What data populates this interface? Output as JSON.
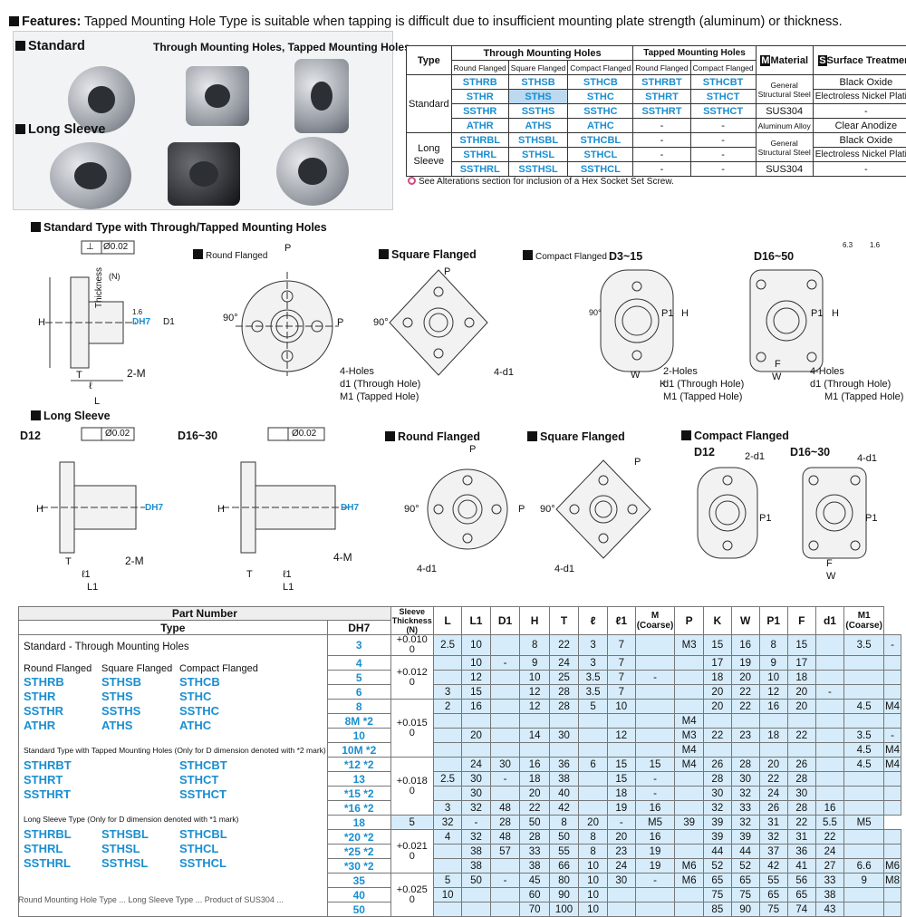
{
  "header": {
    "label": "Features:",
    "text": " Tapped Mounting Hole Type is suitable when tapping is difficult due to insufficient mounting plate strength (aluminum) or thickness."
  },
  "photo": {
    "standard": "Standard",
    "through_tapped": "Through Mounting Holes, Tapped Mounting Holes",
    "long_sleeve": "Long Sleeve"
  },
  "type_table": {
    "h_type": "Type",
    "h_through": "Through Mounting Holes",
    "h_tapped": "Tapped Mounting Holes",
    "h_material_icon": "M",
    "h_material": "Material",
    "h_surface_icon": "S",
    "h_surface": "Surface Treatment",
    "sub": [
      "Round Flanged",
      "Square Flanged",
      "Compact Flanged",
      "Round Flanged",
      "Compact Flanged"
    ],
    "g_standard": "Standard",
    "g_long": "Long Sleeve",
    "r1": [
      "STHRB",
      "STHSB",
      "STHCB",
      "STHRBT",
      "STHCBT",
      "General Structural Steel",
      "Black Oxide"
    ],
    "r2": [
      "STHR",
      "STHS",
      "STHC",
      "STHRT",
      "STHCT",
      "Electroless Nickel Plating"
    ],
    "r3": [
      "SSTHR",
      "SSTHS",
      "SSTHC",
      "SSTHRT",
      "SSTHCT",
      "SUS304",
      "-"
    ],
    "r4": [
      "ATHR",
      "ATHS",
      "ATHC",
      "-",
      "-",
      "Aluminum Alloy",
      "Clear Anodize"
    ],
    "r5": [
      "STHRBL",
      "STHSBL",
      "STHCBL",
      "-",
      "-",
      "General Structural Steel",
      "Black Oxide"
    ],
    "r6": [
      "STHRL",
      "STHSL",
      "STHCL",
      "-",
      "-",
      "Electroless Nickel Plating"
    ],
    "r7": [
      "SSTHRL",
      "SSTHSL",
      "SSTHCL",
      "-",
      "-",
      "SUS304",
      "-"
    ]
  },
  "note": "See Alterations section for inclusion of a Hex Socket Set Screw.",
  "drawings": {
    "std_title": "Standard Type with Through/Tapped Mounting Holes",
    "perp": "⊥",
    "flat": "Ø0.02",
    "thickness": "Thickness",
    "n": "(N)",
    "h": "H",
    "t": "T",
    "l": "ℓ",
    "L": "L",
    "l1": "ℓ1",
    "L1": "L1",
    "m2": "2-M",
    "m4": "4-M",
    "dh7": "DH7",
    "d1": "D1",
    "rough": "1.6",
    "rough2": "6.3",
    "rough3": "1.6",
    "round": "Round Flanged",
    "square": "Square Flanged",
    "compact": "Compact Flanged",
    "d3_15": "D3~15",
    "d16_50": "D16~50",
    "p": "P",
    "deg": "90°",
    "holes4": "4-Holes",
    "holes2": "2-Holes",
    "thru": "d1 (Through Hole)",
    "tap": "M1 (Tapped Hole)",
    "four_d1": "4-d1",
    "two_d1": "2-d1",
    "k": "K",
    "w": "W",
    "p1": "P1",
    "f": "F",
    "long_title": "Long Sleeve",
    "d12": "D12",
    "d16_30": "D16~30"
  },
  "main_table": {
    "h_part": "Part Number",
    "h_type": "Type",
    "h_dh7": "DH7",
    "h_sleeve": "Sleeve Thickness (N)",
    "h_cols": [
      "L",
      "L1",
      "D1",
      "H",
      "T",
      "ℓ",
      "ℓ1",
      "M (Coarse)",
      "P",
      "K",
      "W",
      "P1",
      "F",
      "d1",
      "M1 (Coarse)"
    ],
    "std_through": "Standard - Through Mounting Holes",
    "tt_round": "Round Flanged",
    "tt_square": "Square Flanged",
    "tt_compact": "Compact Flanged",
    "codes_a": [
      "STHRB",
      "STHR",
      "SSTHR",
      "ATHR"
    ],
    "codes_b": [
      "STHSB",
      "STHS",
      "SSTHS",
      "ATHS"
    ],
    "codes_c": [
      "STHCB",
      "STHC",
      "SSTHC",
      "ATHC"
    ],
    "std_tapped": "Standard Type with Tapped Mounting Holes (Only for D dimension denoted with *2 mark)",
    "codes_t_a": [
      "STHRBT",
      "STHRT",
      "SSTHRT"
    ],
    "codes_t_c": [
      "STHCBT",
      "STHCT",
      "SSTHCT"
    ],
    "long_type": "Long Sleeve Type (Only for D dimension denoted with *1 mark)",
    "codes_l_a": [
      "STHRBL",
      "STHRL",
      "SSTHRL"
    ],
    "codes_l_b": [
      "STHSBL",
      "STHSL",
      "SSTHSL"
    ],
    "codes_l_c": [
      "STHCBL",
      "STHCL",
      "SSTHCL"
    ],
    "tol": [
      "+0.010\n0",
      "+0.012\n0",
      "+0.015\n0",
      "+0.018\n0",
      "+0.021\n0",
      "+0.025\n0"
    ],
    "rows": [
      [
        "3",
        "2.5",
        "10",
        "",
        "8",
        "22",
        "3",
        "7",
        "",
        "M3",
        "15",
        "16",
        "8",
        "15",
        "",
        "3.5",
        "-"
      ],
      [
        "4",
        "",
        "10",
        "-",
        "9",
        "24",
        "3",
        "7",
        "",
        "",
        "17",
        "19",
        "9",
        "17",
        "",
        "",
        ""
      ],
      [
        "5",
        "",
        "12",
        "",
        "10",
        "25",
        "3.5",
        "7",
        "-",
        "",
        "18",
        "20",
        "10",
        "18",
        "",
        "",
        ""
      ],
      [
        "6",
        "3",
        "15",
        "",
        "12",
        "28",
        "3.5",
        "7",
        "",
        "",
        "20",
        "22",
        "12",
        "20",
        "-",
        "",
        ""
      ],
      [
        "8",
        "2",
        "16",
        "",
        "12",
        "28",
        "5",
        "10",
        "",
        "",
        "20",
        "22",
        "16",
        "20",
        "",
        "4.5",
        "M4"
      ],
      [
        "8M *2",
        "",
        "",
        "",
        "",
        "",
        "",
        "",
        "",
        "M4",
        "",
        "",
        "",
        "",
        "",
        "",
        ""
      ],
      [
        "10",
        "",
        "20",
        "",
        "14",
        "30",
        "",
        "12",
        "",
        "M3",
        "22",
        "23",
        "18",
        "22",
        "",
        "3.5",
        "-"
      ],
      [
        "10M *2",
        "",
        "",
        "",
        "",
        "",
        "",
        "",
        "",
        "M4",
        "",
        "",
        "",
        "",
        "",
        "4.5",
        "M4"
      ],
      [
        "*12 *2",
        "",
        "24",
        "30",
        "16",
        "36",
        "6",
        "15",
        "15",
        "M4",
        "26",
        "28",
        "20",
        "26",
        "",
        "4.5",
        "M4"
      ],
      [
        "13",
        "2.5",
        "30",
        "-",
        "18",
        "38",
        "",
        "15",
        "-",
        "",
        "28",
        "30",
        "22",
        "28",
        "",
        "",
        ""
      ],
      [
        "*15 *2",
        "",
        "30",
        "",
        "20",
        "40",
        "",
        "18",
        "-",
        "",
        "30",
        "32",
        "24",
        "30",
        "",
        "",
        ""
      ],
      [
        "*16 *2",
        "3",
        "32",
        "48",
        "22",
        "42",
        "",
        "19",
        "16",
        "",
        "32",
        "33",
        "26",
        "28",
        "16",
        "",
        ""
      ],
      [
        "18",
        "5",
        "32",
        "-",
        "28",
        "50",
        "8",
        "20",
        "-",
        "M5",
        "39",
        "39",
        "32",
        "31",
        "22",
        "5.5",
        "M5"
      ],
      [
        "*20 *2",
        "4",
        "32",
        "48",
        "28",
        "50",
        "8",
        "20",
        "16",
        "",
        "39",
        "39",
        "32",
        "31",
        "22",
        "",
        ""
      ],
      [
        "*25 *2",
        "",
        "38",
        "57",
        "33",
        "55",
        "8",
        "23",
        "19",
        "",
        "44",
        "44",
        "37",
        "36",
        "24",
        "",
        ""
      ],
      [
        "*30 *2",
        "",
        "38",
        "",
        "38",
        "66",
        "10",
        "24",
        "19",
        "M6",
        "52",
        "52",
        "42",
        "41",
        "27",
        "6.6",
        "M6"
      ],
      [
        "35",
        "5",
        "50",
        "-",
        "45",
        "80",
        "10",
        "30",
        "-",
        "M6",
        "65",
        "65",
        "55",
        "56",
        "33",
        "9",
        "M8"
      ],
      [
        "40",
        "10",
        "",
        "",
        "60",
        "90",
        "10",
        "",
        "",
        "",
        "75",
        "75",
        "65",
        "65",
        "38",
        "",
        ""
      ],
      [
        "50",
        "",
        "",
        "",
        "70",
        "100",
        "10",
        "",
        "",
        "",
        "85",
        "90",
        "75",
        "74",
        "43",
        "",
        ""
      ]
    ]
  },
  "footer": "Round Mounting Hole Type ... Long Sleeve Type ... Product of SUS304 ..."
}
